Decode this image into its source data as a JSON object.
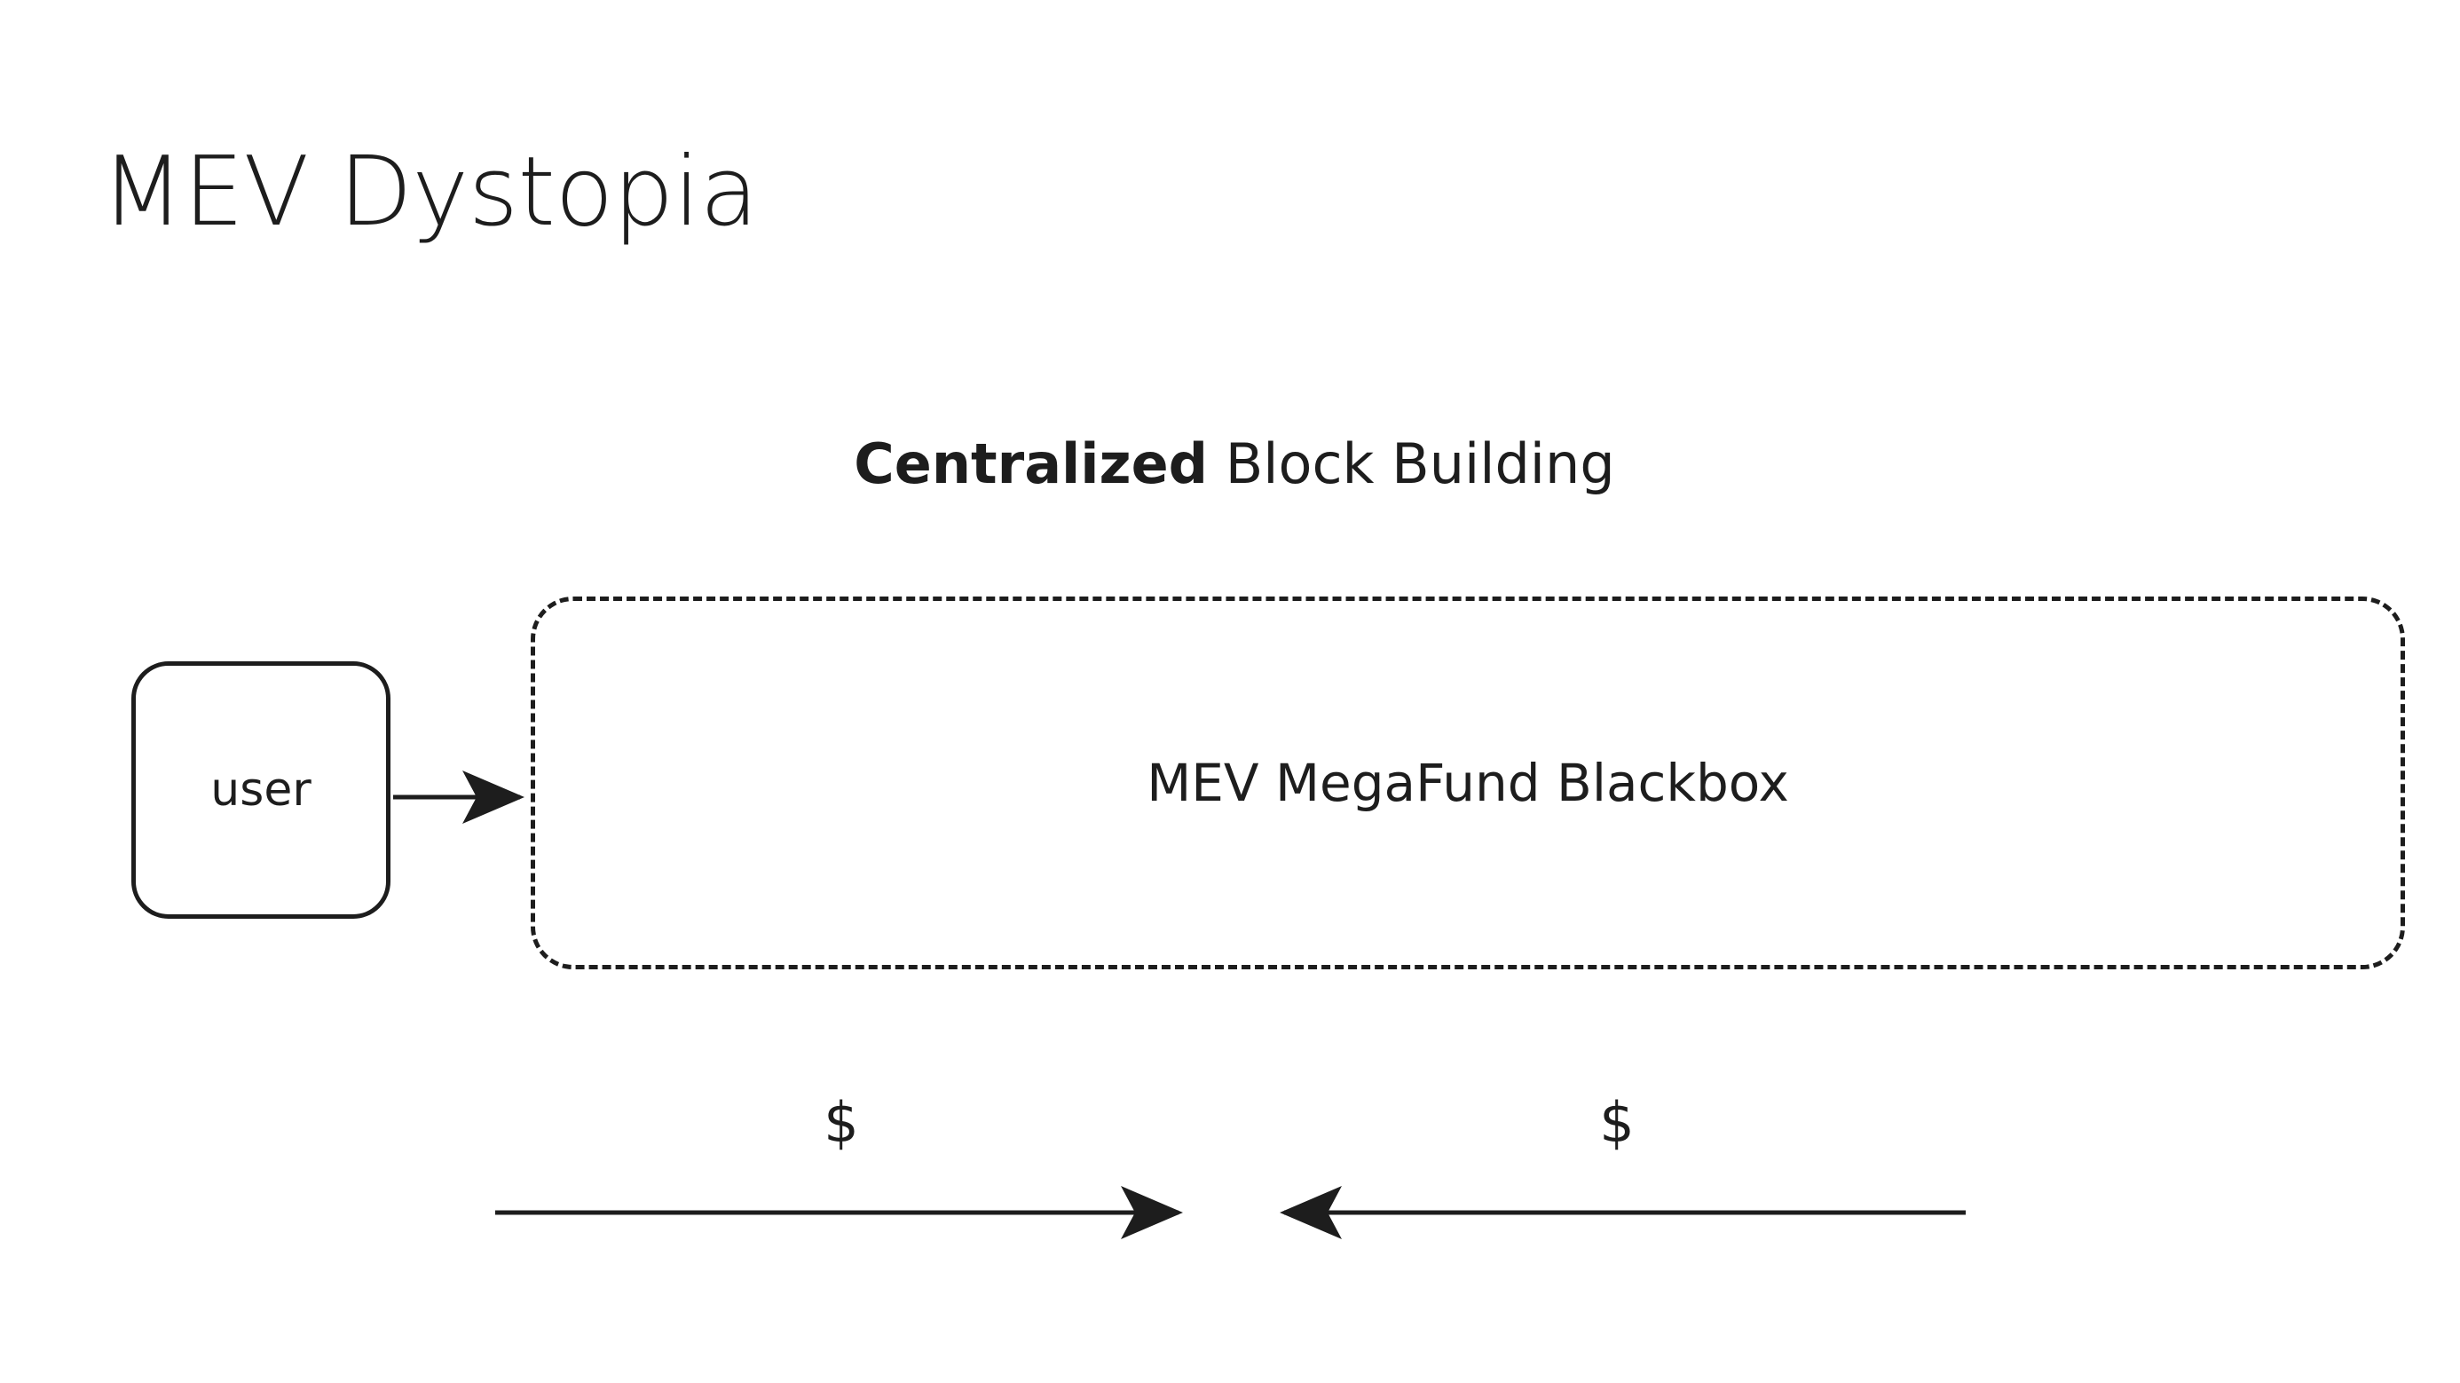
{
  "slide": {
    "title": "MEV Dystopia",
    "background_color": "#ffffff",
    "ink_color": "#1d1d1d"
  },
  "diagram": {
    "heading": {
      "emphasis": "Centralized",
      "rest": " Block Building"
    },
    "nodes": [
      {
        "id": "user",
        "label": "user",
        "shape": "rounded-rectangle",
        "border_style": "solid"
      },
      {
        "id": "blackbox",
        "label": "MEV MegaFund Blackbox",
        "shape": "rounded-rectangle",
        "border_style": "dashed"
      }
    ],
    "edges": [
      {
        "id": "user-to-blackbox",
        "from": "user",
        "to": "blackbox",
        "label": "",
        "direction": "right"
      },
      {
        "id": "money-out",
        "label": "$",
        "direction": "right"
      },
      {
        "id": "money-in",
        "label": "$",
        "direction": "left"
      }
    ]
  }
}
